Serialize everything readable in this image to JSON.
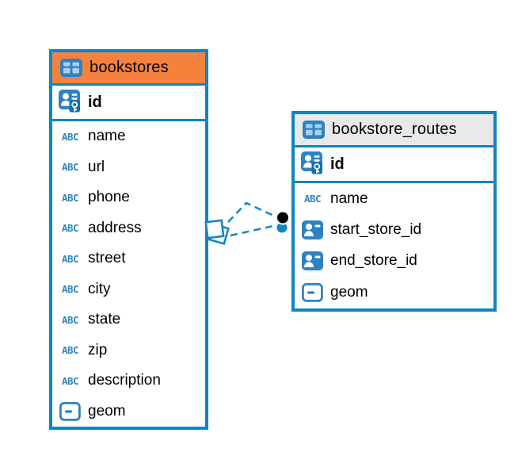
{
  "diagram": {
    "kind": "entity-relationship-diagram",
    "text_type_glyph": "ABC",
    "colors": {
      "table_border": "#0b86c4",
      "relationship_line": "#1287c6",
      "icon_blue": "#2e82c3",
      "bookstores_header_bg": "#f6813c",
      "routes_header_bg": "#e9e9e9"
    },
    "tables": [
      {
        "name": "bookstores",
        "header_icon": "table-icon",
        "header_bg": "#f6813c",
        "primary_key": {
          "label": "id",
          "icon": "primary-key-icon"
        },
        "columns": [
          {
            "label": "name",
            "icon": "text-type-icon"
          },
          {
            "label": "url",
            "icon": "text-type-icon"
          },
          {
            "label": "phone",
            "icon": "text-type-icon"
          },
          {
            "label": "address",
            "icon": "text-type-icon"
          },
          {
            "label": "street",
            "icon": "text-type-icon"
          },
          {
            "label": "city",
            "icon": "text-type-icon"
          },
          {
            "label": "state",
            "icon": "text-type-icon"
          },
          {
            "label": "zip",
            "icon": "text-type-icon"
          },
          {
            "label": "description",
            "icon": "text-type-icon"
          },
          {
            "label": "geom",
            "icon": "geometry-type-icon"
          }
        ]
      },
      {
        "name": "bookstore_routes",
        "header_icon": "table-icon",
        "header_bg": "#e9e9e9",
        "primary_key": {
          "label": "id",
          "icon": "primary-key-icon"
        },
        "columns": [
          {
            "label": "name",
            "icon": "text-type-icon"
          },
          {
            "label": "start_store_id",
            "icon": "foreign-key-icon"
          },
          {
            "label": "end_store_id",
            "icon": "foreign-key-icon"
          },
          {
            "label": "geom",
            "icon": "geometry-type-icon"
          }
        ]
      }
    ],
    "relationships": {
      "style": "dashed",
      "count": 2,
      "from_table": "bookstores",
      "to_table": "bookstore_routes",
      "source_anchor_glyph": "overlapping-squares",
      "target_anchor_glyph": "overlapping-dots"
    }
  }
}
